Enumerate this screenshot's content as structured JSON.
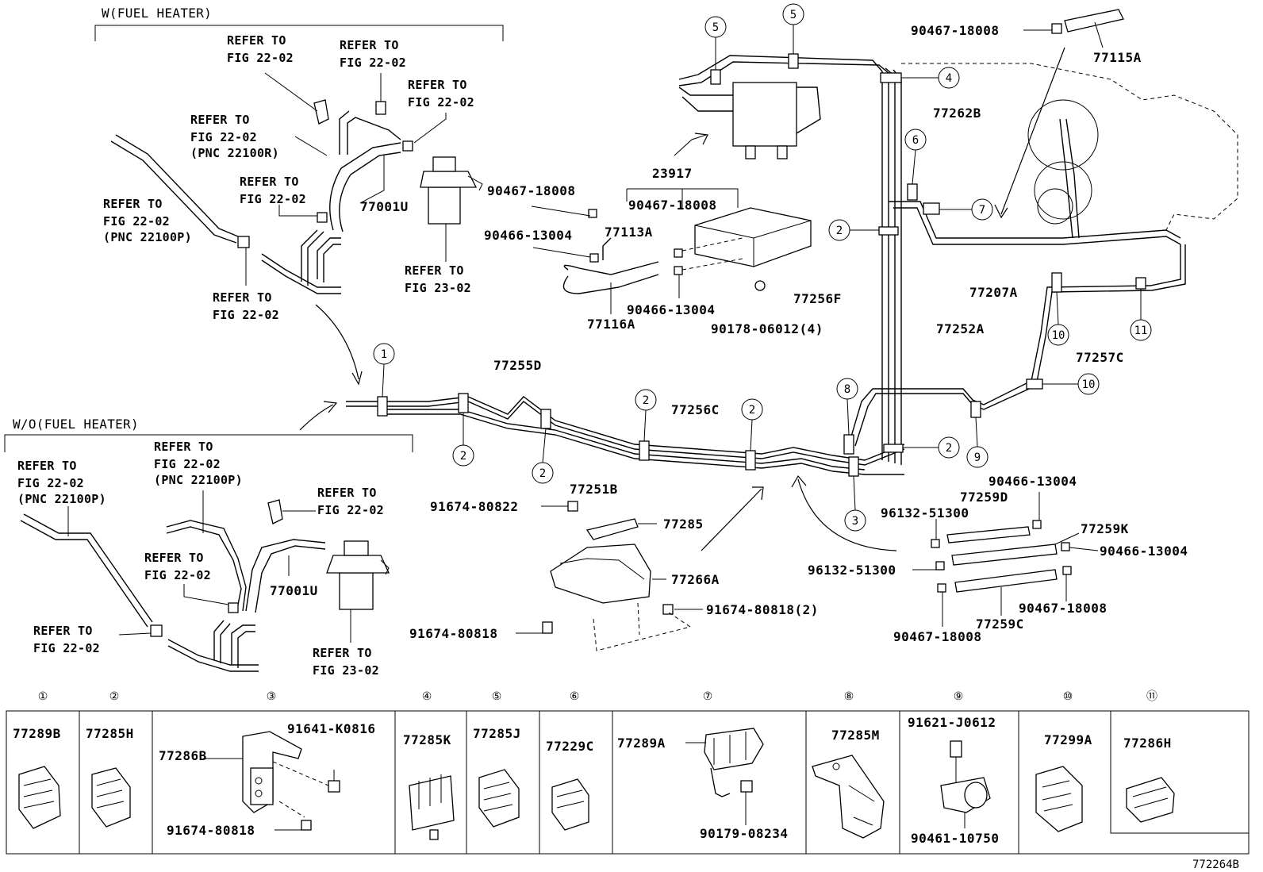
{
  "sections": {
    "with_heater": "W(FUEL HEATER)",
    "without_heater": "W/O(FUEL HEATER)"
  },
  "refs": {
    "r1": [
      "REFER TO",
      "FIG 22-02"
    ],
    "r2": [
      "REFER TO",
      "FIG 22-02"
    ],
    "r3": [
      "REFER TO",
      "FIG 22-02"
    ],
    "r4": [
      "REFER TO",
      "FIG 22-02",
      "(PNC 22100R)"
    ],
    "r5": [
      "REFER TO",
      "FIG 22-02"
    ],
    "r6": [
      "REFER TO",
      "FIG 22-02",
      "(PNC 22100P)"
    ],
    "r7": [
      "REFER TO",
      "FIG 22-02"
    ],
    "r8": [
      "REFER TO",
      "FIG 23-02"
    ],
    "r9": [
      "REFER TO",
      "FIG 22-02",
      "(PNC 22100P)"
    ],
    "r10": [
      "REFER TO",
      "FIG 22-02",
      "(PNC 22100P)"
    ],
    "r11": [
      "REFER TO",
      "FIG 22-02"
    ],
    "r12": [
      "REFER TO",
      "FIG 22-02"
    ],
    "r13": [
      "REFER TO",
      "FIG 22-02"
    ],
    "r14": [
      "REFER TO",
      "FIG 23-02"
    ]
  },
  "parts": {
    "p77001U_a": "77001U",
    "p77001U_b": "77001U",
    "p23917": "23917",
    "p90467_18008_a": "90467-18008",
    "p90467_18008_b": "90467-18008",
    "p90466_13004_a": "90466-13004",
    "p77113A": "77113A",
    "p90466_13004_b": "90466-13004",
    "p90178": "90178-06012(4)",
    "p77116A": "77116A",
    "p90467_18008_c": "90467-18008",
    "p77115A": "77115A",
    "p77262B": "77262B",
    "p77256F": "77256F",
    "p77252A": "77252A",
    "p77207A": "77207A",
    "p77257C": "77257C",
    "p77255D": "77255D",
    "p77256C": "77256C",
    "p77251B": "77251B",
    "p91674_80822": "91674-80822",
    "p77285": "77285",
    "p77266A": "77266A",
    "p91674_80818_2": "91674-80818(2)",
    "p91674_80818": "91674-80818",
    "p90466_13004_c": "90466-13004",
    "p77259D": "77259D",
    "p96132_51300_a": "96132-51300",
    "p77259K": "77259K",
    "p90466_13004_d": "90466-13004",
    "p96132_51300_b": "96132-51300",
    "p90467_18008_d": "90467-18008",
    "p77259C": "77259C",
    "p90467_18008_e": "90467-18008"
  },
  "callouts": [
    "1",
    "2",
    "3",
    "4",
    "5",
    "6",
    "7",
    "8",
    "9",
    "10",
    "11"
  ],
  "legend": [
    {
      "num": "①",
      "parts": [
        "77289B"
      ]
    },
    {
      "num": "②",
      "parts": [
        "77285H"
      ]
    },
    {
      "num": "③",
      "parts": [
        "77286B",
        "91641-K0816",
        "91674-80818"
      ]
    },
    {
      "num": "④",
      "parts": [
        "77285K"
      ]
    },
    {
      "num": "⑤",
      "parts": [
        "77285J"
      ]
    },
    {
      "num": "⑥",
      "parts": [
        "77229C"
      ]
    },
    {
      "num": "⑦",
      "parts": [
        "77289A",
        "90179-08234"
      ]
    },
    {
      "num": "⑧",
      "parts": [
        "77285M"
      ]
    },
    {
      "num": "⑨",
      "parts": [
        "91621-J0612",
        "90461-10750"
      ]
    },
    {
      "num": "⑩",
      "parts": [
        "77299A"
      ]
    },
    {
      "num": "⑪",
      "parts": [
        "77286H"
      ]
    }
  ],
  "figure_id": "772264B"
}
